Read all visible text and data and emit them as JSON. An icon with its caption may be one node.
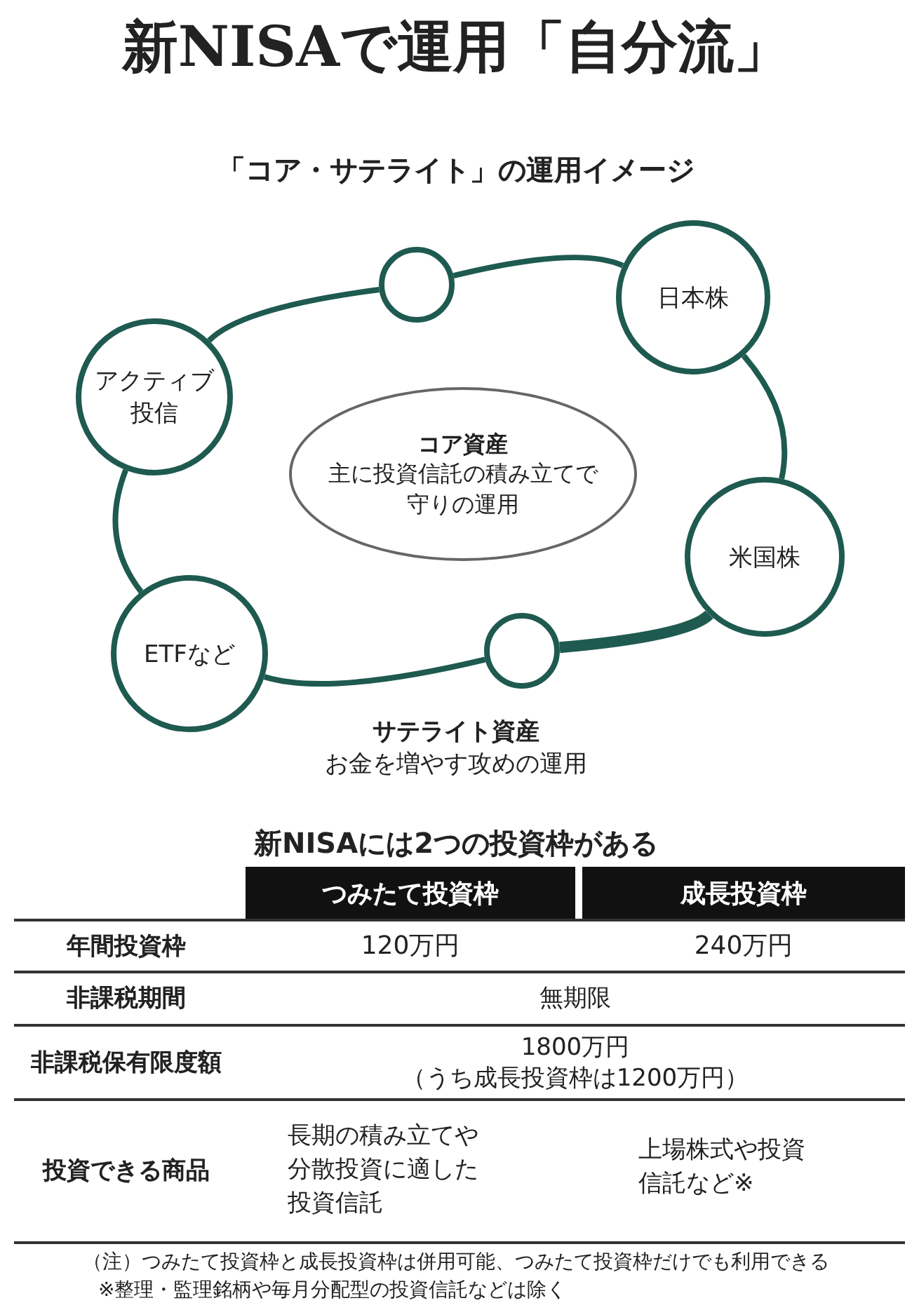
{
  "diagram": {
    "title": "新NISAで運用「自分流」",
    "nodes": [
      {
        "text": [],
        "shape": "circle"
      },
      {
        "text": [
          "日本株"
        ]
      },
      {
        "text": [
          "アクティブ投信"
        ]
      },
      {
        "text": [
          "コア資産",
          "主に投資信託の積み立てで守りの運用"
        ]
      },
      {
        "text": [
          "米国株"
        ]
      },
      {
        "text": [
          "ETFなど"
        ]
      },
      {
        "text": [],
        "shape": "circle"
      }
    ],
    "edges": [
      {
        "from": 2,
        "to": 0,
        "arrow": "none"
      },
      {
        "from": 0,
        "to": 1,
        "arrow": "none"
      },
      {
        "from": 1,
        "to": 4,
        "arrow": "none"
      },
      {
        "from": 4,
        "to": 6,
        "arrow": "none",
        "style": "thick"
      },
      {
        "from": 6,
        "to": 5,
        "arrow": "none"
      },
      {
        "from": 5,
        "to": 2,
        "arrow": "none"
      }
    ],
    "labels": [
      "「コア・サテライト」の運用イメージ",
      "サテライト資産",
      "お金を増やす攻めの運用",
      "新NISAには2つの投資枠がある",
      "つみたて投資枠",
      "成長投資枠",
      "年間投資枠",
      "120万円",
      "240万円",
      "非課税期間",
      "無期限",
      "非課税保有限度額",
      "1800万円",
      "（うち成長投資枠は1200万円）",
      "投資できる商品",
      "長期の積み立てや分散投資に適した投資信託",
      "上場株式や投資信託など※",
      "（注）つみたて投資枠と成長投資枠は併用可能、つみたて投資枠だけでも利用できる",
      "※整理・監理銘柄や毎月分配型の投資信託などは除く"
    ]
  }
}
